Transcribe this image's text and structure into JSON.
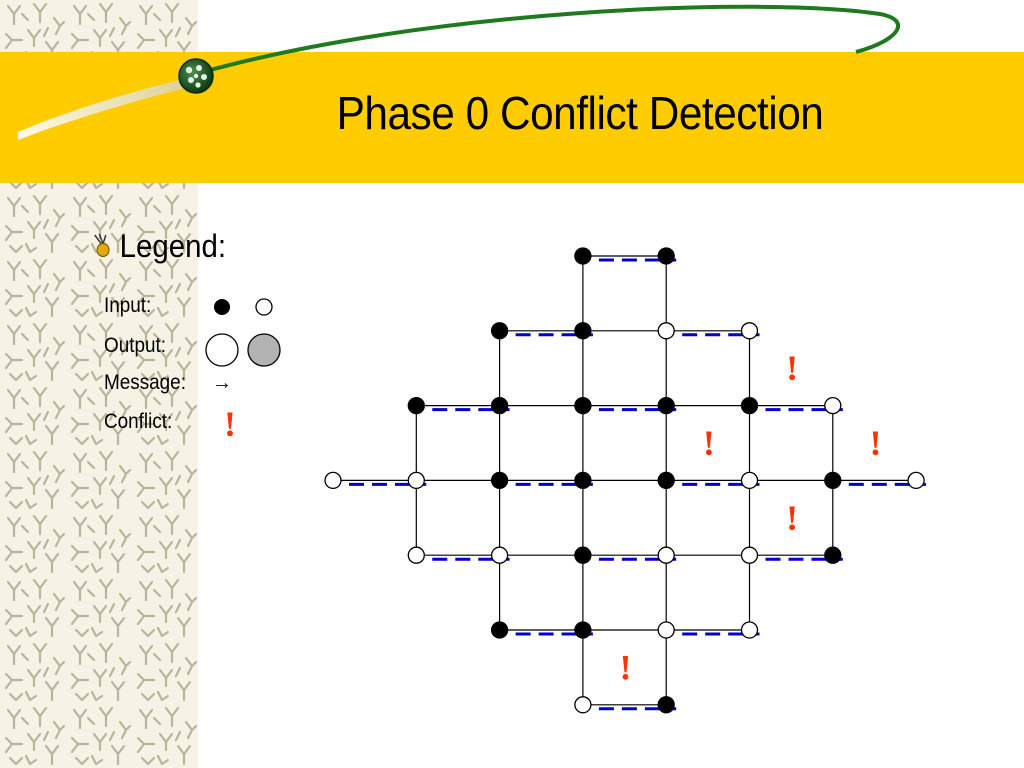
{
  "slide": {
    "title": "Phase 0 Conflict Detection",
    "colors": {
      "title_band": "#FFCC00",
      "swoosh": "#1F7A1F",
      "message_dash": "#0000CC",
      "conflict": "#FF3300",
      "output_gray": "#B3B3B3"
    }
  },
  "legend": {
    "heading": "Legend:",
    "input_label": "Input:",
    "output_label": "Output:",
    "message_label": "Message:",
    "conflict_label": "Conflict:",
    "conflict_symbol": "!",
    "message_arrow": "→"
  },
  "diagram": {
    "nodes": [
      {
        "col": 3,
        "row": 0,
        "input": "black"
      },
      {
        "col": 4,
        "row": 0,
        "input": "black"
      },
      {
        "col": 2,
        "row": 1,
        "input": "black"
      },
      {
        "col": 3,
        "row": 1,
        "input": "black"
      },
      {
        "col": 4,
        "row": 1,
        "input": "white"
      },
      {
        "col": 5,
        "row": 1,
        "input": "white"
      },
      {
        "col": 1,
        "row": 2,
        "input": "black"
      },
      {
        "col": 2,
        "row": 2,
        "input": "black"
      },
      {
        "col": 3,
        "row": 2,
        "input": "black"
      },
      {
        "col": 4,
        "row": 2,
        "input": "black"
      },
      {
        "col": 5,
        "row": 2,
        "input": "black"
      },
      {
        "col": 6,
        "row": 2,
        "input": "white"
      },
      {
        "col": 0,
        "row": 3,
        "input": "white"
      },
      {
        "col": 1,
        "row": 3,
        "input": "white"
      },
      {
        "col": 2,
        "row": 3,
        "input": "black"
      },
      {
        "col": 3,
        "row": 3,
        "input": "black"
      },
      {
        "col": 4,
        "row": 3,
        "input": "black"
      },
      {
        "col": 5,
        "row": 3,
        "input": "white"
      },
      {
        "col": 6,
        "row": 3,
        "input": "black"
      },
      {
        "col": 7,
        "row": 3,
        "input": "white"
      },
      {
        "col": 1,
        "row": 4,
        "input": "white"
      },
      {
        "col": 2,
        "row": 4,
        "input": "white"
      },
      {
        "col": 3,
        "row": 4,
        "input": "black"
      },
      {
        "col": 4,
        "row": 4,
        "input": "white"
      },
      {
        "col": 5,
        "row": 4,
        "input": "white"
      },
      {
        "col": 6,
        "row": 4,
        "input": "black"
      },
      {
        "col": 2,
        "row": 5,
        "input": "black"
      },
      {
        "col": 3,
        "row": 5,
        "input": "black"
      },
      {
        "col": 4,
        "row": 5,
        "input": "white"
      },
      {
        "col": 5,
        "row": 5,
        "input": "white"
      },
      {
        "col": 3,
        "row": 6,
        "input": "white"
      },
      {
        "col": 4,
        "row": 6,
        "input": "black"
      }
    ],
    "messages": [
      {
        "from": [
          3,
          0
        ],
        "to": [
          4,
          0
        ]
      },
      {
        "from": [
          2,
          1
        ],
        "to": [
          3,
          1
        ]
      },
      {
        "from": [
          4,
          1
        ],
        "to": [
          5,
          1
        ]
      },
      {
        "from": [
          1,
          2
        ],
        "to": [
          2,
          2
        ]
      },
      {
        "from": [
          3,
          2
        ],
        "to": [
          4,
          2
        ]
      },
      {
        "from": [
          5,
          2
        ],
        "to": [
          6,
          2
        ]
      },
      {
        "from": [
          0,
          3
        ],
        "to": [
          1,
          3
        ]
      },
      {
        "from": [
          2,
          3
        ],
        "to": [
          3,
          3
        ]
      },
      {
        "from": [
          4,
          3
        ],
        "to": [
          5,
          3
        ]
      },
      {
        "from": [
          6,
          3
        ],
        "to": [
          7,
          3
        ]
      },
      {
        "from": [
          1,
          4
        ],
        "to": [
          2,
          4
        ]
      },
      {
        "from": [
          3,
          4
        ],
        "to": [
          4,
          4
        ]
      },
      {
        "from": [
          5,
          4
        ],
        "to": [
          6,
          4
        ]
      },
      {
        "from": [
          2,
          5
        ],
        "to": [
          3,
          5
        ]
      },
      {
        "from": [
          4,
          5
        ],
        "to": [
          5,
          5
        ]
      },
      {
        "from": [
          3,
          6
        ],
        "to": [
          4,
          6
        ]
      }
    ],
    "conflicts": [
      {
        "col": 5.5,
        "row": 1.5
      },
      {
        "col": 4.5,
        "row": 2.5
      },
      {
        "col": 6.5,
        "row": 2.5
      },
      {
        "col": 5.5,
        "row": 3.5
      },
      {
        "col": 3.5,
        "row": 5.5
      }
    ]
  }
}
